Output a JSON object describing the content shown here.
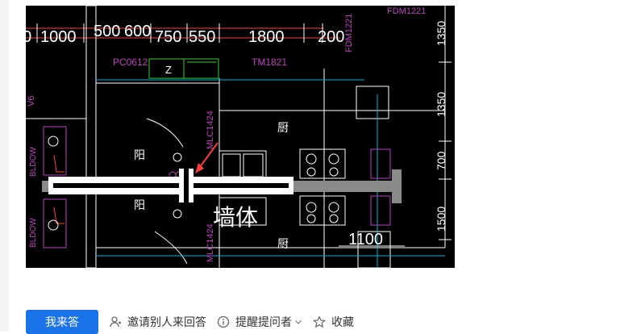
{
  "figure": {
    "dimensions": [
      "0",
      "1000",
      "500",
      "600",
      "750",
      "550",
      "1800",
      "200"
    ],
    "right_dimensions": [
      "1350",
      "1350",
      "700",
      "1500"
    ],
    "bottom_dimension": "1100",
    "door_labels": {
      "pc": "PC0612",
      "tm": "TM1821",
      "fdm": "FDM1221",
      "fdm_top": "FDM1221"
    },
    "z_mark": "Z",
    "room_kitchen_top": "厨",
    "room_kitchen_bottom": "厨",
    "room_balcony_top": "阳",
    "room_balcony_bottom": "阳",
    "wall_label": "墙体",
    "mlc_top": "MLC1424",
    "mlc_bottom": "MLC1424",
    "left_code": "V6",
    "left_vertical_1": "BLDOW",
    "left_vertical_2": "BLDOW"
  },
  "actions": {
    "answer_label": "我来答",
    "invite_label": "邀请别人来回答",
    "remind_label": "提醒提问者",
    "favorite_label": "收藏"
  },
  "colors": {
    "primary": "#1a73e8",
    "cad_bg": "#000000",
    "cad_lines": "#ffffff",
    "dim_red": "#ff3b3b"
  },
  "icons": [
    "user-plus-icon",
    "info-circle-icon",
    "chevron-down-icon",
    "star-icon"
  ]
}
